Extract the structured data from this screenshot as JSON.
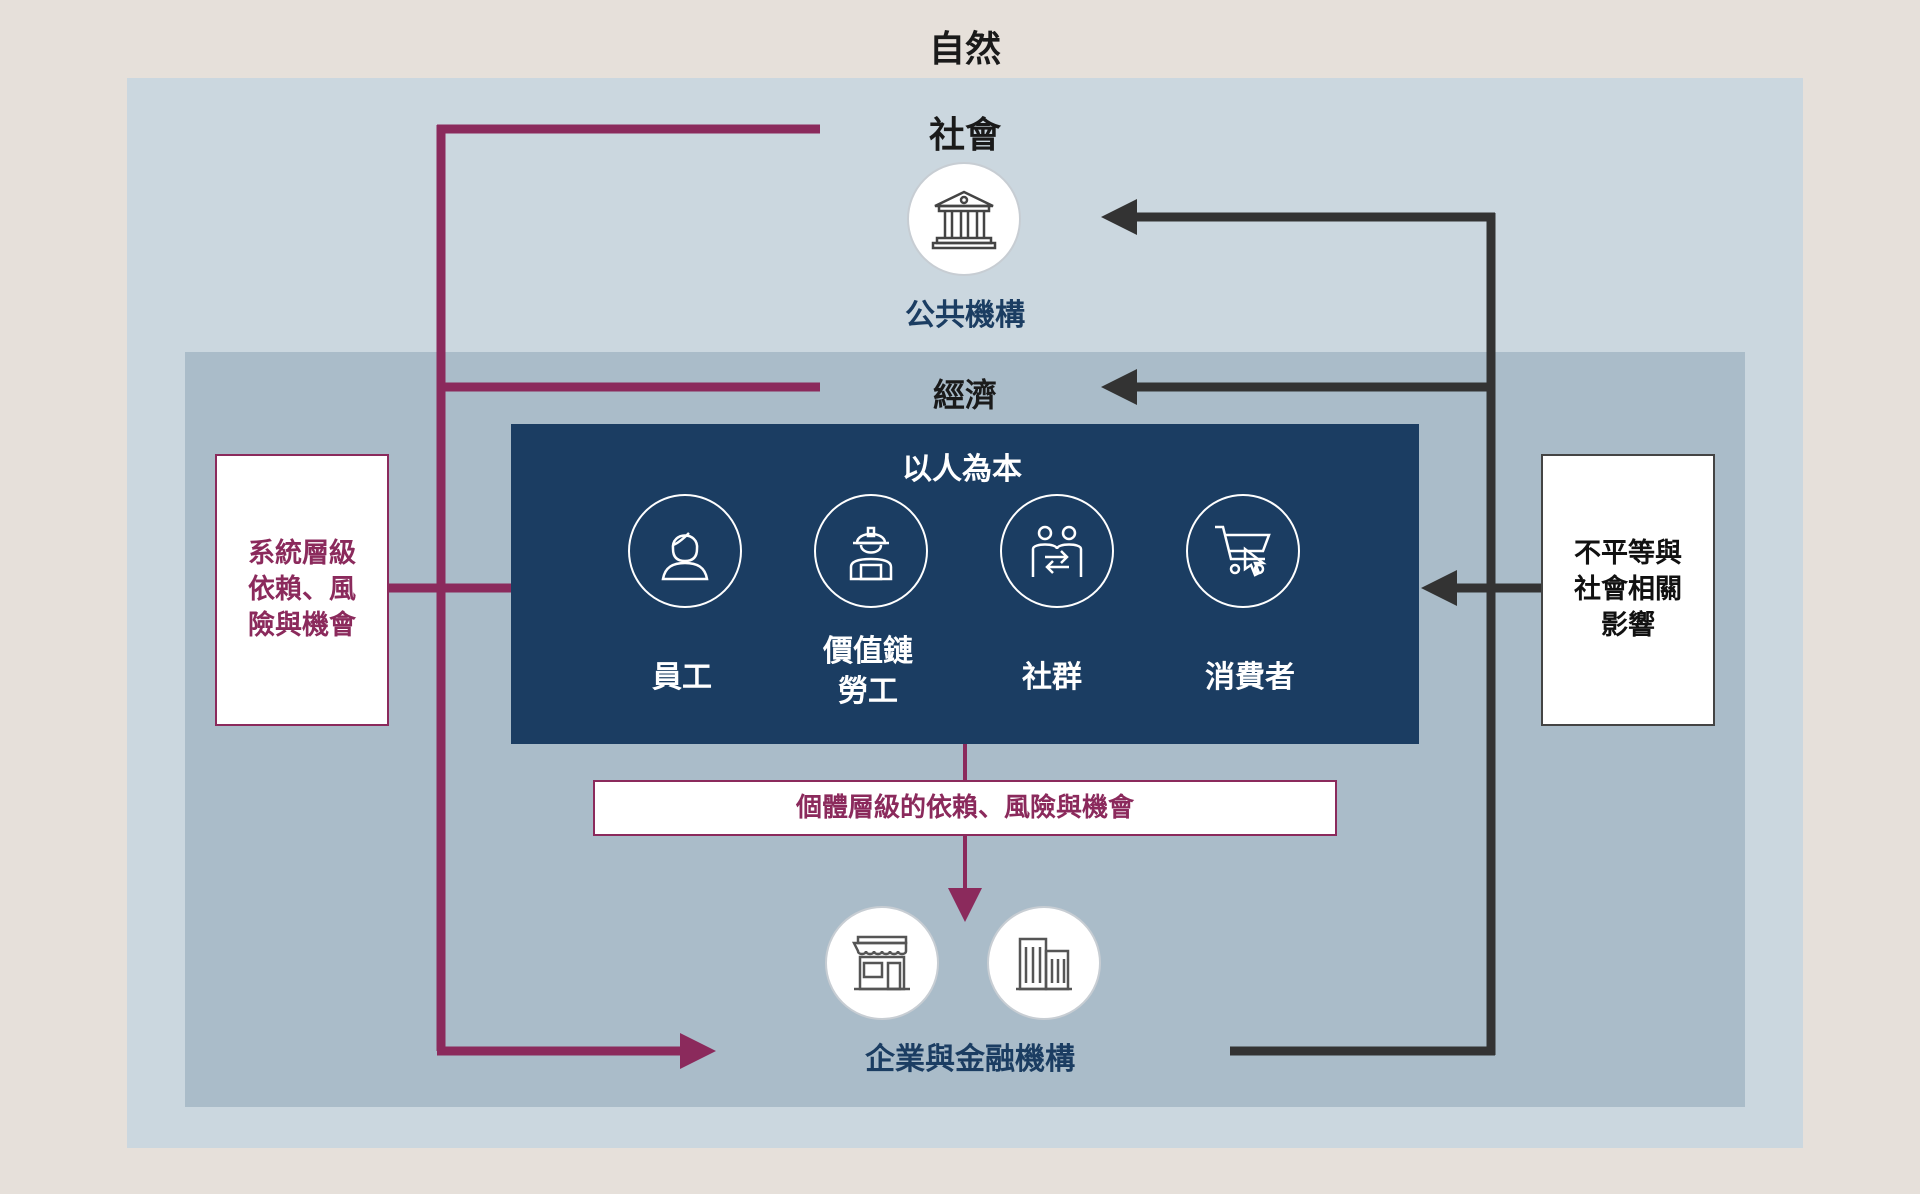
{
  "nature": {
    "label": "自然"
  },
  "society": {
    "label": "社會",
    "public_institutions": "公共機構"
  },
  "economy": {
    "label": "經濟"
  },
  "people_centered": {
    "label": "以人為本",
    "groups": [
      {
        "label": "員工",
        "icon": "employee-icon"
      },
      {
        "label": "價值鏈\n勞工",
        "icon": "worker-icon"
      },
      {
        "label": "社群",
        "icon": "community-icon"
      },
      {
        "label": "消費者",
        "icon": "consumer-icon"
      }
    ]
  },
  "system_level": {
    "label": "系統層級\n依賴、風\n險與機會"
  },
  "inequality": {
    "label": "不平等與\n社會相關\n影響"
  },
  "individual_level": {
    "label": "個體層級的依賴、風險與機會"
  },
  "business": {
    "label": "企業與金融機構"
  },
  "colors": {
    "magenta": "#8b2a5c",
    "dark": "#333333",
    "navy": "#1b3d62"
  }
}
